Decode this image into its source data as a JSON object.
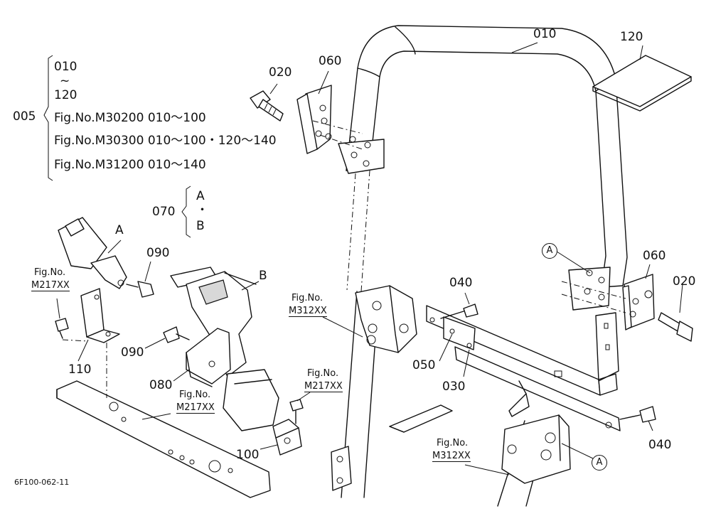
{
  "parts": {
    "p005": "005",
    "p010": "010",
    "p020_top": "020",
    "p020_right": "020",
    "p030": "030",
    "p040_top": "040",
    "p040_bottom": "040",
    "p050": "050",
    "p060_top": "060",
    "p060_right": "060",
    "p070": "070",
    "p080": "080",
    "p090_top": "090",
    "p090_mid": "090",
    "p100": "100",
    "p110": "110",
    "p120": "120"
  },
  "assembly_005": {
    "line1": "010",
    "line2": "~",
    "line3": "120",
    "line4": "Fig.No.M30200 010～100",
    "line5": "Fig.No.M30300 010～100・120～140",
    "line6": "Fig.No.M31200 010～140"
  },
  "assembly_070": {
    "line1": "A",
    "line2": "・",
    "line3": "B"
  },
  "callouts": {
    "a": "A",
    "b": "B",
    "circle_a1": "A",
    "circle_a2": "A"
  },
  "fig_refs": {
    "left_1": "Fig.No.",
    "left_2": "M217XX",
    "mid_1": "Fig.No.",
    "mid_2": "M312XX",
    "seat_1": "Fig.No.",
    "seat_2": "M217XX",
    "bolt_1": "Fig.No.",
    "bolt_2": "M217XX",
    "bottom_1": "Fig.No.",
    "bottom_2": "M312XX"
  },
  "drawing_code": "6F100-062-11"
}
